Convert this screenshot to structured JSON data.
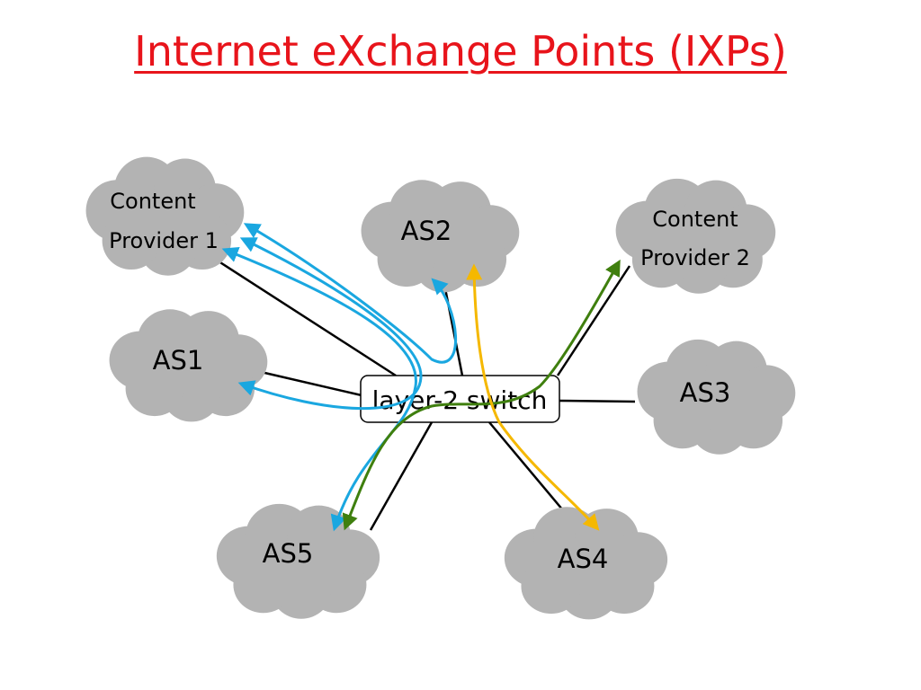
{
  "slide": {
    "title": "Internet eXchange Points (IXPs)"
  },
  "diagram": {
    "switch_label": "layer-2 switch",
    "nodes": [
      {
        "id": "cp1",
        "lines": [
          "Content",
          "Provider 1"
        ]
      },
      {
        "id": "as2",
        "lines": [
          "AS2"
        ]
      },
      {
        "id": "cp2",
        "lines": [
          "Content",
          "Provider 2"
        ]
      },
      {
        "id": "as1",
        "lines": [
          "AS1"
        ]
      },
      {
        "id": "as3",
        "lines": [
          "AS3"
        ]
      },
      {
        "id": "as5",
        "lines": [
          "AS5"
        ]
      },
      {
        "id": "as4",
        "lines": [
          "AS4"
        ]
      }
    ]
  },
  "colors": {
    "title": "#e8141b",
    "cloud": "#b3b3b3",
    "link": "#000000",
    "flow_blue": "#1aa7e0",
    "flow_green": "#3f7f0e",
    "flow_yellow": "#f5b800"
  }
}
